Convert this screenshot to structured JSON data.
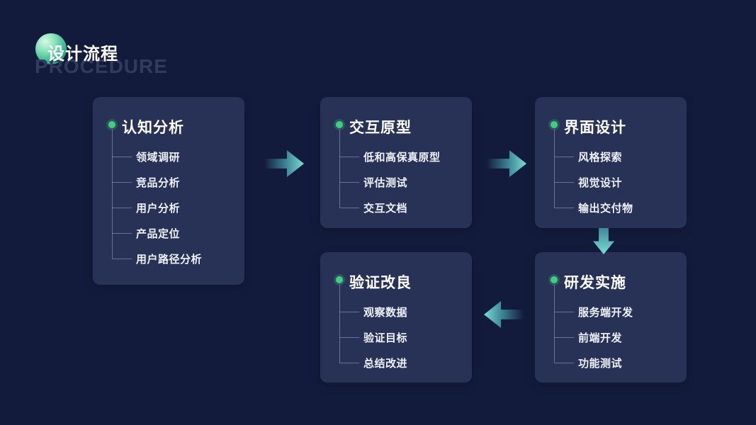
{
  "slide": {
    "title": "设计流程",
    "subtitle": "PROCEDURE"
  },
  "colors": {
    "background": "#131b3c",
    "card": "#283257",
    "accent-green": "#3ed07f",
    "accent-teal": "#79ddd4",
    "watermark": "#323b5c"
  },
  "cards": [
    {
      "title": "认知分析",
      "items": [
        "领域调研",
        "竞品分析",
        "用户分析",
        "产品定位",
        "用户路径分析"
      ]
    },
    {
      "title": "交互原型",
      "items": [
        "低和高保真原型",
        "评估测试",
        "交互文档"
      ]
    },
    {
      "title": "界面设计",
      "items": [
        "风格探索",
        "视觉设计",
        "输出交付物"
      ]
    },
    {
      "title": "研发实施",
      "items": [
        "服务端开发",
        "前端开发",
        "功能测试"
      ]
    },
    {
      "title": "验证改良",
      "items": [
        "观察数据",
        "验证目标",
        "总结改进"
      ]
    }
  ],
  "flow": {
    "arrows": [
      "right",
      "right",
      "down",
      "left"
    ]
  }
}
